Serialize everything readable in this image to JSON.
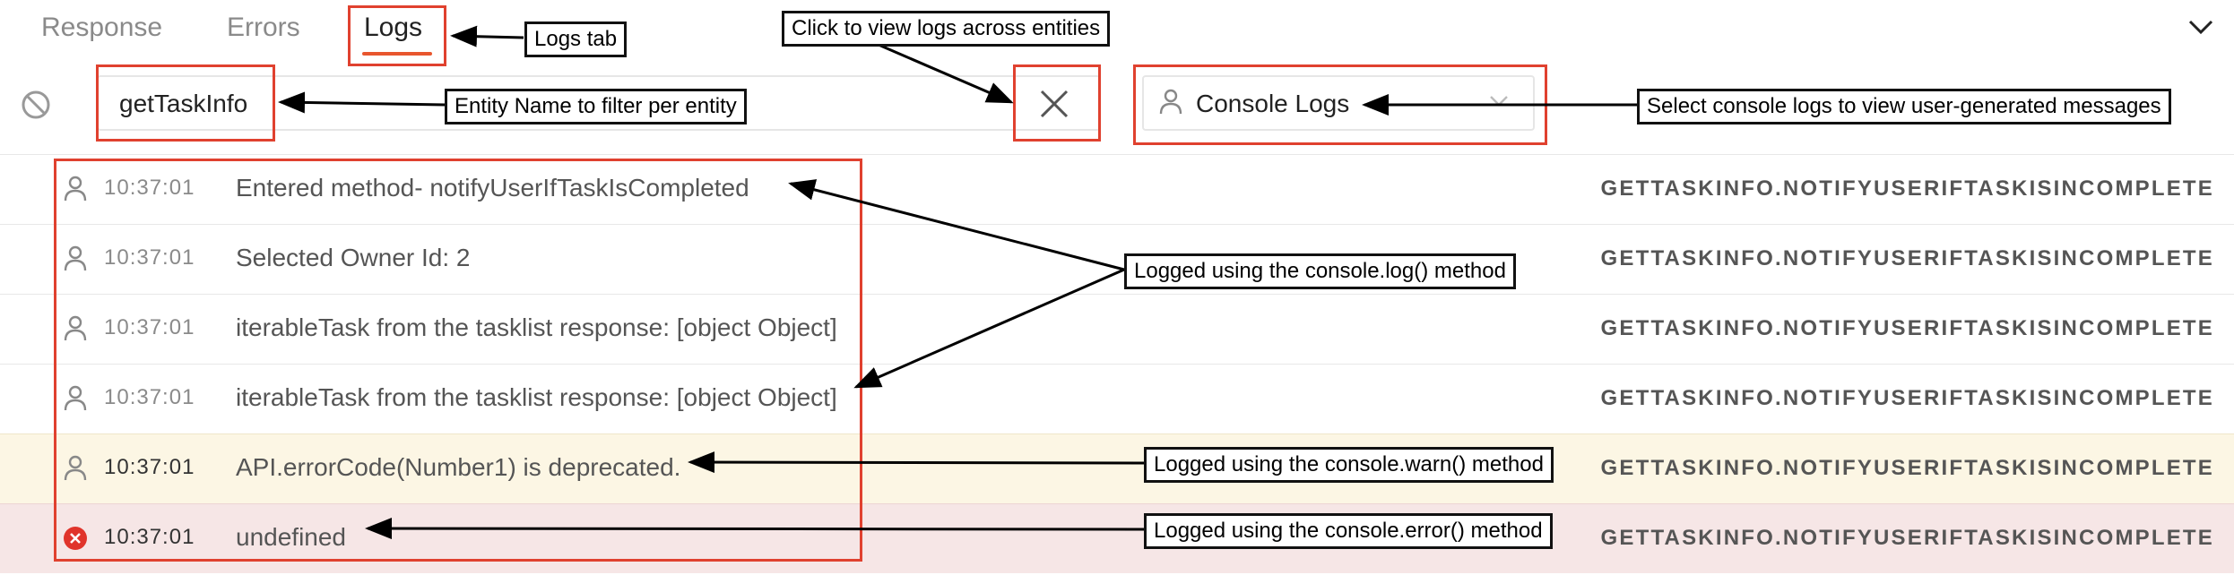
{
  "tabs": [
    {
      "label": "Response"
    },
    {
      "label": "Errors"
    },
    {
      "label": "Logs"
    }
  ],
  "toolbar": {
    "entity_filter_value": "getTaskInfo",
    "log_type_value": "Console Logs"
  },
  "rows": [
    {
      "time": "10:37:01",
      "message": "Entered method- notifyUserIfTaskIsCompleted",
      "source": "GETTASKINFO.NOTIFYUSERIFTASKISINCOMPLETE",
      "level": "log"
    },
    {
      "time": "10:37:01",
      "message": "Selected Owner Id: 2",
      "source": "GETTASKINFO.NOTIFYUSERIFTASKISINCOMPLETE",
      "level": "log"
    },
    {
      "time": "10:37:01",
      "message": "iterableTask from the tasklist response: [object Object]",
      "source": "GETTASKINFO.NOTIFYUSERIFTASKISINCOMPLETE",
      "level": "log"
    },
    {
      "time": "10:37:01",
      "message": "iterableTask from the tasklist response: [object Object]",
      "source": "GETTASKINFO.NOTIFYUSERIFTASKISINCOMPLETE",
      "level": "log"
    },
    {
      "time": "10:37:01",
      "message": "API.errorCode(Number1) is deprecated.",
      "source": "GETTASKINFO.NOTIFYUSERIFTASKISINCOMPLETE",
      "level": "warn"
    },
    {
      "time": "10:37:01",
      "message": "undefined",
      "source": "GETTASKINFO.NOTIFYUSERIFTASKISINCOMPLETE",
      "level": "error"
    }
  ],
  "annotations": {
    "logs_tab": "Logs tab",
    "view_across": "Click to view logs across entities",
    "entity_filter": "Entity Name to filter per entity",
    "console_logs": "Select console logs to view user-generated messages",
    "console_log": "Logged using the console.log() method",
    "console_warn": "Logged using the console.warn() method",
    "console_error": "Logged using the console.error() method"
  },
  "icons": {
    "block": "block-icon",
    "clear": "close-icon",
    "person": "person-icon",
    "error": "error-icon",
    "chevron": "chevron-down-icon"
  },
  "colors": {
    "accent": "#e8562e",
    "highlight": "#e0412f",
    "warn_row": "#fcf6e4",
    "error_row": "#f6e6e6",
    "error_icon": "#e0342b"
  }
}
